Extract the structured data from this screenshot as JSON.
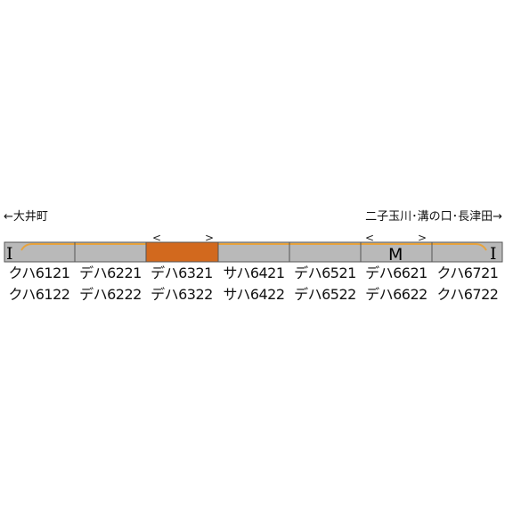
{
  "direction": {
    "left": "←大井町",
    "right": "二子玉川･溝の口･長津田→"
  },
  "cab_marker": "I",
  "motor_marker": "M",
  "pantograph_glyph_left": "<",
  "pantograph_glyph_right": ">",
  "colors": {
    "body": "#b9b9b9",
    "highlight_car": "#d2691e",
    "stripe": "#e8a33c",
    "outline": "#555555"
  },
  "cars": [
    {
      "row1": "クハ6121",
      "row2": "クハ6122",
      "highlight": false,
      "cab": "left"
    },
    {
      "row1": "デハ6221",
      "row2": "デハ6222",
      "highlight": false
    },
    {
      "row1": "デハ6321",
      "row2": "デハ6322",
      "highlight": true,
      "pantograph": true
    },
    {
      "row1": "サハ6421",
      "row2": "サハ6422",
      "highlight": false
    },
    {
      "row1": "デハ6521",
      "row2": "デハ6522",
      "highlight": false
    },
    {
      "row1": "デハ6621",
      "row2": "デハ6622",
      "highlight": false,
      "pantograph": true,
      "motor": true
    },
    {
      "row1": "クハ6721",
      "row2": "クハ6722",
      "highlight": false,
      "cab": "right"
    }
  ]
}
